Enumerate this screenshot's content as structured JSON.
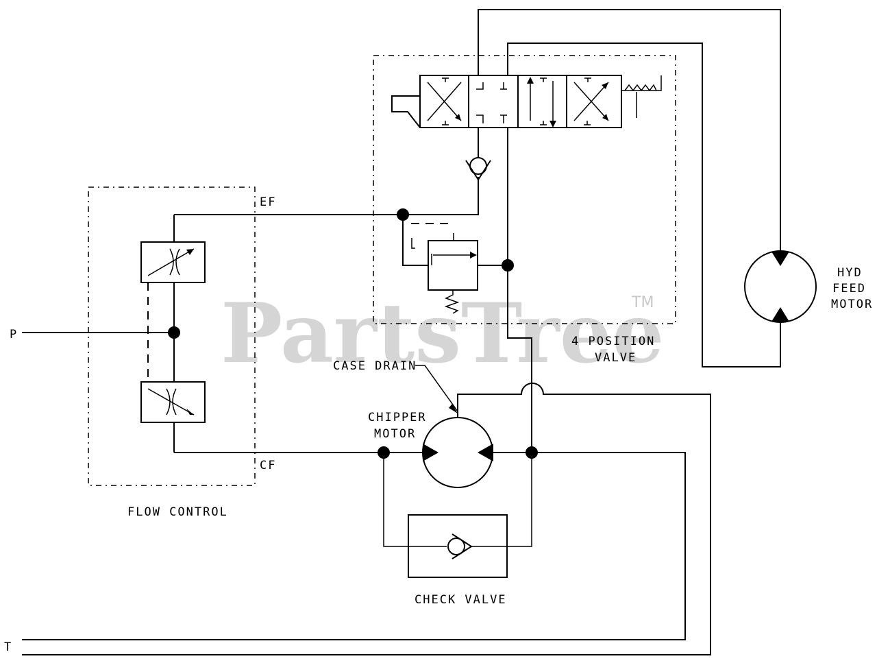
{
  "watermark": {
    "text": "PartsTree",
    "tm": "TM"
  },
  "labels": {
    "p": "P",
    "t": "T",
    "ef": "EF",
    "cf": "CF",
    "flow_control": "FLOW CONTROL",
    "four_position_line1": "4 POSITION",
    "four_position_line2": "VALVE",
    "case_drain": "CASE DRAIN",
    "chipper_line1": "CHIPPER",
    "chipper_line2": "MOTOR",
    "check_valve": "CHECK VALVE",
    "hyd_line1": "HYD",
    "hyd_line2": "FEED",
    "hyd_line3": "MOTOR"
  }
}
